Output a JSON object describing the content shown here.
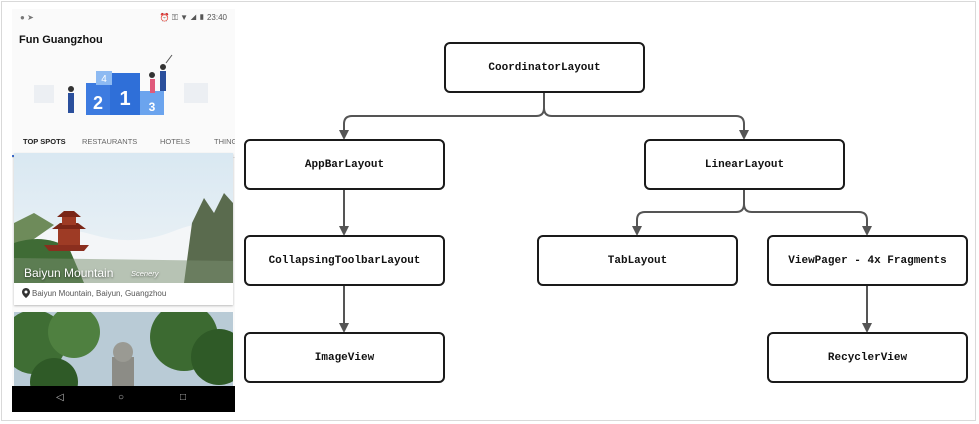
{
  "phone": {
    "status_time": "23:40",
    "app_title": "Fun Guangzhou",
    "tabs": [
      "TOP SPOTS",
      "RESTAURANTS",
      "HOTELS",
      "THINGS"
    ],
    "card": {
      "title": "Baiyun Mountain",
      "tag": "Scenery",
      "location": "Baiyun Mountain, Baiyun, Guangzhou"
    },
    "podium_numbers": [
      "4",
      "2",
      "1",
      "3"
    ]
  },
  "diagram": {
    "nodes": {
      "coordinator": "CoordinatorLayout",
      "appbar": "AppBarLayout",
      "linear": "LinearLayout",
      "collapsing": "CollapsingToolbarLayout",
      "tablayout": "TabLayout",
      "viewpager": "ViewPager - 4x Fragments",
      "imageview": "ImageView",
      "recyclerview": "RecyclerView"
    }
  }
}
